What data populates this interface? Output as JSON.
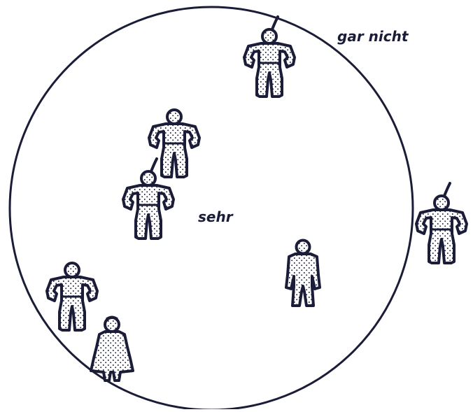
{
  "labels": {
    "outer": "gar nicht",
    "inner": "sehr"
  },
  "colors": {
    "ink": "#1b1d38",
    "fill": "#ffffff"
  },
  "figures": [
    {
      "id": "figure-1",
      "pose": "hands-on-hips",
      "feather": true
    },
    {
      "id": "figure-2",
      "pose": "hands-on-hips",
      "feather": false
    },
    {
      "id": "figure-3",
      "pose": "hands-on-hips",
      "feather": true
    },
    {
      "id": "figure-4",
      "pose": "arms-down",
      "feather": false
    },
    {
      "id": "figure-5",
      "pose": "hands-on-hips",
      "feather": true
    },
    {
      "id": "figure-6",
      "pose": "hands-on-hips",
      "feather": false
    },
    {
      "id": "figure-7",
      "pose": "skirt",
      "feather": false
    }
  ]
}
